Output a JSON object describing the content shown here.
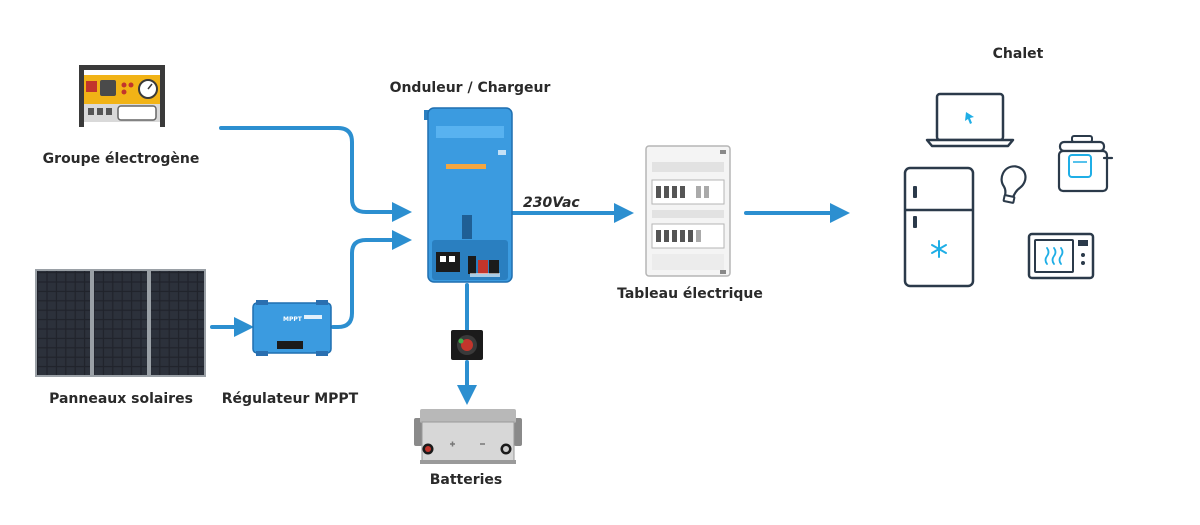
{
  "labels": {
    "generator": "Groupe électrogène",
    "solar": "Panneaux solaires",
    "mppt": "Régulateur MPPT",
    "inverter": "Onduleur / Chargeur",
    "ac_voltage": "230Vac",
    "panel": "Tableau électrique",
    "batteries": "Batteries",
    "chalet": "Chalet"
  },
  "devices": {
    "mppt_badge": "MPPT"
  },
  "icons": {
    "generator": "generator-icon",
    "solar": "solar-panel-icon",
    "mppt": "charge-controller-icon",
    "inverter": "inverter-charger-icon",
    "switch": "battery-switch-icon",
    "battery": "battery-icon",
    "panel": "electrical-panel-icon",
    "laptop": "laptop-icon",
    "fridge": "fridge-icon",
    "bulb": "light-bulb-icon",
    "cooker": "pressure-cooker-icon",
    "microwave": "microwave-icon"
  },
  "colors": {
    "flow": "#2c8fd0",
    "device_blue": "#3b9be0",
    "accent_orange": "#f4a640",
    "generator_yellow": "#f1b316",
    "icon_outline": "#2b3a4a",
    "icon_accent": "#1faee6"
  }
}
